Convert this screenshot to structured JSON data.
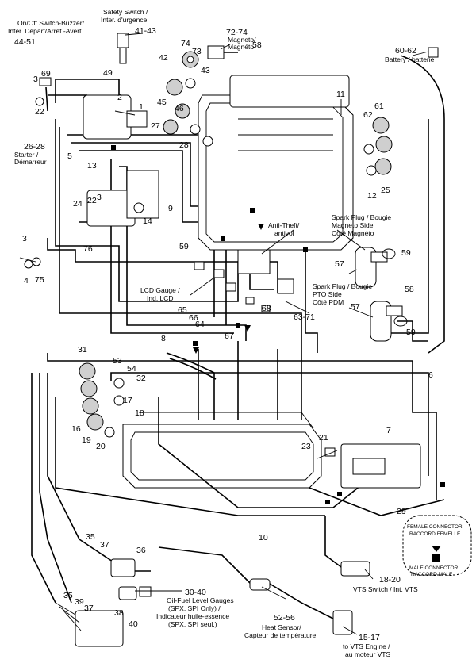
{
  "callouts": [
    {
      "id": "c1",
      "text": "On/Off Switch-Buzzer/"
    },
    {
      "id": "c2",
      "text": "Inter. Départ/Arrêt -Avert."
    },
    {
      "id": "c3",
      "text": "44-51"
    },
    {
      "id": "c4",
      "text": "Safety Switch /"
    },
    {
      "id": "c5",
      "text": "Inter. d'urgence"
    },
    {
      "id": "c6",
      "text": "41-43"
    },
    {
      "id": "c7",
      "text": "72-74"
    },
    {
      "id": "c8",
      "text": "Magneto/"
    },
    {
      "id": "c9",
      "text": "Magnéto"
    },
    {
      "id": "c10",
      "text": "58"
    },
    {
      "id": "c11",
      "text": "74"
    },
    {
      "id": "c12",
      "text": "73"
    },
    {
      "id": "c13",
      "text": "60-62"
    },
    {
      "id": "c14",
      "text": "Battery / batterie"
    },
    {
      "id": "c15",
      "text": "42"
    },
    {
      "id": "c16",
      "text": "43"
    },
    {
      "id": "c17",
      "text": "49"
    },
    {
      "id": "c18",
      "text": "3"
    },
    {
      "id": "c19",
      "text": "69"
    },
    {
      "id": "c20",
      "text": "2"
    },
    {
      "id": "c21",
      "text": "1"
    },
    {
      "id": "c22",
      "text": "45"
    },
    {
      "id": "c23",
      "text": "46"
    },
    {
      "id": "c24",
      "text": "11"
    },
    {
      "id": "c25",
      "text": "61"
    },
    {
      "id": "c26",
      "text": "62"
    },
    {
      "id": "c27",
      "text": "22"
    },
    {
      "id": "c28",
      "text": "27"
    },
    {
      "id": "c29",
      "text": "28"
    },
    {
      "id": "c30",
      "text": "26-28"
    },
    {
      "id": "c31",
      "text": "Starter /"
    },
    {
      "id": "c32",
      "text": "Démarreur"
    },
    {
      "id": "c33",
      "text": "5"
    },
    {
      "id": "c34",
      "text": "13"
    },
    {
      "id": "c35",
      "text": "12"
    },
    {
      "id": "c36",
      "text": "25"
    },
    {
      "id": "c37",
      "text": "22"
    },
    {
      "id": "c38",
      "text": "3"
    },
    {
      "id": "c39",
      "text": "24"
    },
    {
      "id": "c40",
      "text": "9"
    },
    {
      "id": "c41",
      "text": "14"
    },
    {
      "id": "c42",
      "text": "Spark Plug / Bougie"
    },
    {
      "id": "c43",
      "text": "Magneto Side"
    },
    {
      "id": "c44",
      "text": "Côté Magnéto"
    },
    {
      "id": "c45",
      "text": "3"
    },
    {
      "id": "c46",
      "text": "Anti-Theft/"
    },
    {
      "id": "c47",
      "text": "antivol"
    },
    {
      "id": "c48",
      "text": "59"
    },
    {
      "id": "c49",
      "text": "76"
    },
    {
      "id": "c50",
      "text": "59"
    },
    {
      "id": "c51",
      "text": "57"
    },
    {
      "id": "c52",
      "text": "4"
    },
    {
      "id": "c53",
      "text": "75"
    },
    {
      "id": "c54",
      "text": "58"
    },
    {
      "id": "c55",
      "text": "LCD Gauge /"
    },
    {
      "id": "c56",
      "text": "Ind. LCD"
    },
    {
      "id": "c57",
      "text": "Spark Plug / Bougie"
    },
    {
      "id": "c58",
      "text": "PTO Side"
    },
    {
      "id": "c59",
      "text": "Côté PDM"
    },
    {
      "id": "c60",
      "text": "65"
    },
    {
      "id": "c61",
      "text": "68"
    },
    {
      "id": "c62",
      "text": "66"
    },
    {
      "id": "c63",
      "text": "64"
    },
    {
      "id": "c64",
      "text": "57"
    },
    {
      "id": "c65",
      "text": "63-71"
    },
    {
      "id": "c66",
      "text": "67"
    },
    {
      "id": "c67",
      "text": "59"
    },
    {
      "id": "c68",
      "text": "8"
    },
    {
      "id": "c69",
      "text": "6"
    },
    {
      "id": "c70",
      "text": "31"
    },
    {
      "id": "c71",
      "text": "53"
    },
    {
      "id": "c72",
      "text": "54"
    },
    {
      "id": "c73",
      "text": "32"
    },
    {
      "id": "c74",
      "text": "17"
    },
    {
      "id": "c75",
      "text": "18"
    },
    {
      "id": "c76",
      "text": "7"
    },
    {
      "id": "c77",
      "text": "16"
    },
    {
      "id": "c78",
      "text": "19"
    },
    {
      "id": "c79",
      "text": "20"
    },
    {
      "id": "c80",
      "text": "21"
    },
    {
      "id": "c81",
      "text": "23"
    },
    {
      "id": "c82",
      "text": "29"
    },
    {
      "id": "c83",
      "text": "10"
    },
    {
      "id": "c84",
      "text": "FEMALE CONNECTOR"
    },
    {
      "id": "c85",
      "text": "RACCORD FEMELLE"
    },
    {
      "id": "c86",
      "text": "MALE CONNECTOR"
    },
    {
      "id": "c87",
      "text": "RACCORD MALE"
    },
    {
      "id": "c88",
      "text": "35"
    },
    {
      "id": "c89",
      "text": "37"
    },
    {
      "id": "c90",
      "text": "36"
    },
    {
      "id": "c91",
      "text": "18-20"
    },
    {
      "id": "c92",
      "text": "VTS Switch / Int. VTS"
    },
    {
      "id": "c93",
      "text": "30-40"
    },
    {
      "id": "c94",
      "text": "Oil-Fuel Level Gauges"
    },
    {
      "id": "c95",
      "text": "(SPX, SPI Only) /"
    },
    {
      "id": "c96",
      "text": "Indicateur huile-essence"
    },
    {
      "id": "c97",
      "text": "(SPX, SPI seul.)"
    },
    {
      "id": "c98",
      "text": "35"
    },
    {
      "id": "c99",
      "text": "39"
    },
    {
      "id": "c100",
      "text": "37"
    },
    {
      "id": "c101",
      "text": "38"
    },
    {
      "id": "c102",
      "text": "40"
    },
    {
      "id": "c103",
      "text": "52-56"
    },
    {
      "id": "c104",
      "text": "Heat Sensor/"
    },
    {
      "id": "c105",
      "text": "Capteur de température"
    },
    {
      "id": "c106",
      "text": "15-17"
    },
    {
      "id": "c107",
      "text": "to VTS Engine /"
    },
    {
      "id": "c108",
      "text": "au moteur VTS"
    }
  ]
}
